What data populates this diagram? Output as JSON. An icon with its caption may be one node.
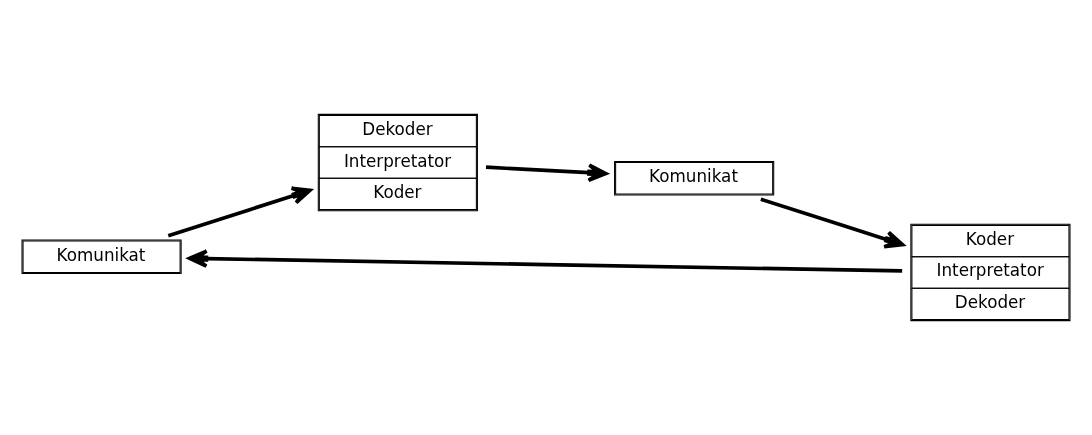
{
  "diagram": {
    "nodes": [
      {
        "text": [
          "Komunikat"
        ]
      },
      {
        "text": [
          "Dekoder",
          "Interpretator",
          "Koder"
        ]
      },
      {
        "text": [
          "Komunikat"
        ]
      },
      {
        "text": [
          "Koder",
          "Interpretator",
          "Dekoder"
        ]
      }
    ],
    "edges": [
      {
        "from": 3,
        "to": 0,
        "arrow": "to"
      },
      {
        "from": 0,
        "to": 1,
        "arrow": "to"
      },
      {
        "from": 1,
        "to": 2,
        "arrow": "to"
      },
      {
        "from": 2,
        "to": 3,
        "arrow": "to"
      }
    ]
  }
}
